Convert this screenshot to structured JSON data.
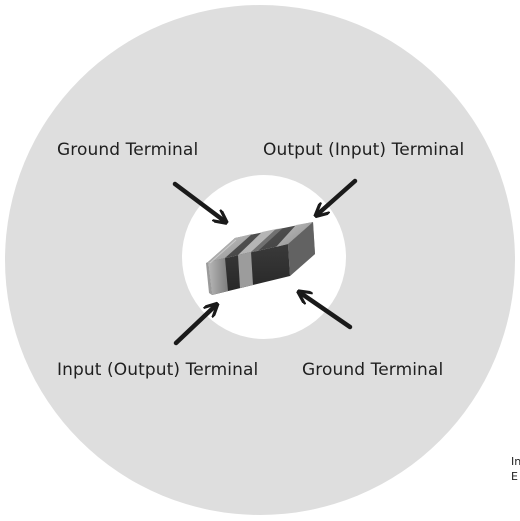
{
  "labels": {
    "ground_top": "Ground Terminal",
    "output_input": "Output (Input) Terminal",
    "input_output": "Input (Output) Terminal",
    "ground_bottom": "Ground Terminal"
  },
  "corner": {
    "line1": "In",
    "line2": "E"
  },
  "colors": {
    "outer_circle": "#dedede",
    "inner_circle": "#ffffff",
    "arrow": "#1a1a1a",
    "chip_body": "#4a4a4a",
    "chip_terminal": "#a9a9a9"
  },
  "icons": [
    "arrow-icon",
    "chip-component-icon"
  ]
}
